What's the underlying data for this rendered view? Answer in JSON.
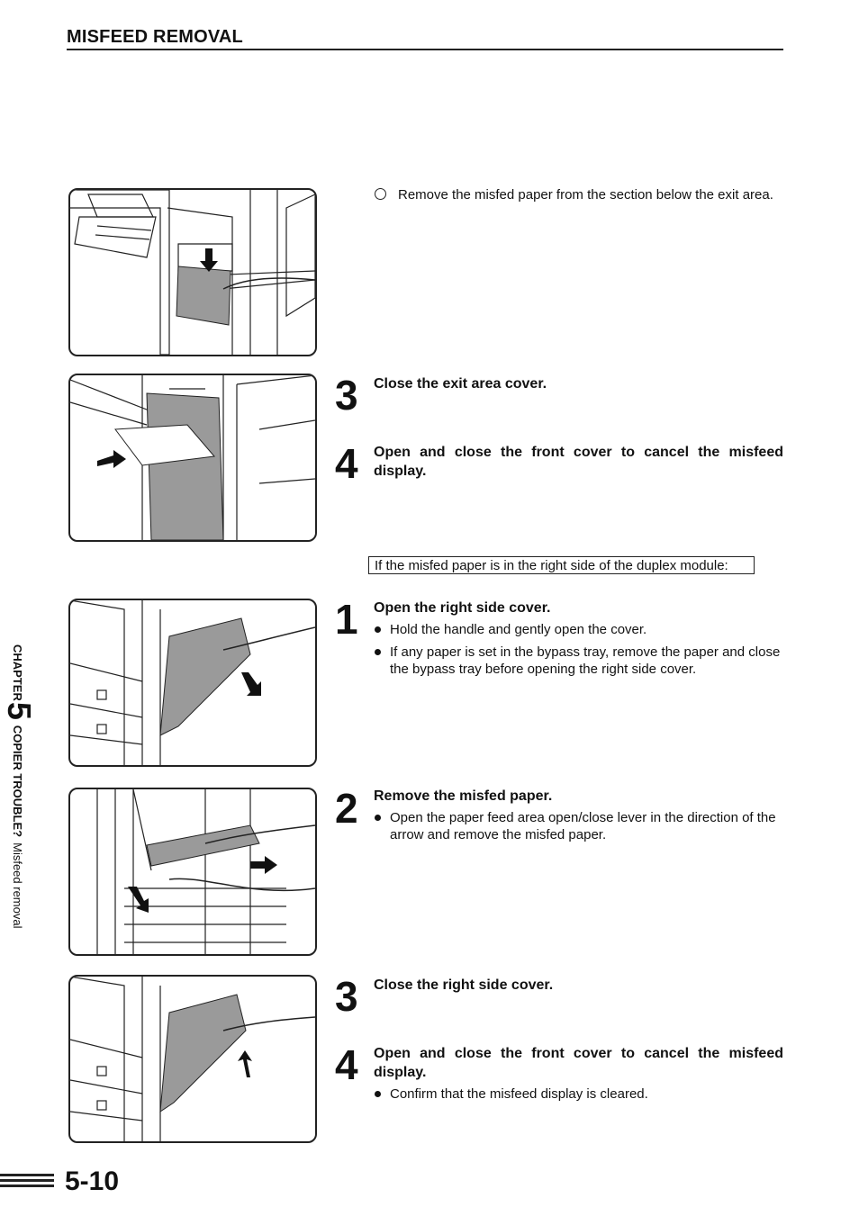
{
  "header": {
    "title": "MISFEED REMOVAL"
  },
  "note": {
    "text": "Remove the misfed paper from the section below the exit area."
  },
  "section_a": {
    "steps": [
      {
        "number": "3",
        "title": "Close the exit area cover."
      },
      {
        "number": "4",
        "title": "Open and close the front cover to cancel the misfeed display."
      }
    ]
  },
  "boxed_note": "If the misfed paper is in the right side of the duplex module:",
  "section_b": {
    "steps": [
      {
        "number": "1",
        "title": "Open the right side cover.",
        "bullets": [
          "Hold the handle and gently open the cover.",
          "If any paper is set in the bypass tray, remove the paper and close the bypass tray  before opening the right side cover."
        ]
      },
      {
        "number": "2",
        "title": "Remove the misfed paper.",
        "bullets": [
          "Open the paper feed area open/close lever in the direction of the arrow and remove the misfed paper."
        ]
      },
      {
        "number": "3",
        "title": "Close the right side cover."
      },
      {
        "number": "4",
        "title": "Open and close the front cover to cancel the misfeed display.",
        "bullets": [
          "Confirm that the misfeed display is cleared."
        ]
      }
    ]
  },
  "sidebar": {
    "chapter_label": "CHAPTER",
    "chapter_number": "5",
    "chapter_title": "COPIER TROUBLE?",
    "section": "Misfeed removal"
  },
  "footer": {
    "page_number": "5-10"
  },
  "colors": {
    "ink": "#111111",
    "panel_gray": "#9a9a9a"
  }
}
